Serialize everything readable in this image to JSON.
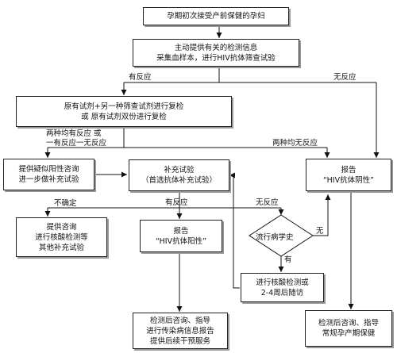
{
  "nodes": {
    "start": "孕期初次接受产前保健的孕妇",
    "screen": [
      "主动提供有关的检测信息",
      "采集血样本，进行HIV抗体筛查试验"
    ],
    "recheck": [
      "原有试剂+另一种筛查试剂进行复检",
      "或  原有试剂双份进行复检"
    ],
    "counsel_suspect": [
      "提供疑似阳性咨询",
      "进一步做补充试验"
    ],
    "supplement": [
      "补充试验",
      "（首选抗体补充试验）"
    ],
    "report_negative": [
      "报告",
      "“HIV抗体阴性”"
    ],
    "counsel_nucleic": [
      "提供咨询",
      "进行核酸检测等",
      "其他补充试验"
    ],
    "report_positive": [
      "报告",
      "“HIV抗体阳性”"
    ],
    "epi_history": "流行病学史",
    "nucleic_followup": [
      "进行核酸检测或",
      "2-4周后随访"
    ],
    "post_positive": [
      "检测后咨询、指导",
      "进行传染病信息报告",
      "提供后续干预服务"
    ],
    "post_negative": [
      "检测后咨询、指导",
      "常规孕产期保健"
    ]
  },
  "labels": {
    "reactive": "有反应",
    "nonreactive": "无反应",
    "both_or_one": [
      "两种均有反应  或",
      "一有反应一无反应"
    ],
    "both_none": "两种均无反应",
    "uncertain": "不确定",
    "supp_reactive": "有反应",
    "supp_nonreactive": "无反应",
    "none": "无",
    "yes": "有"
  }
}
